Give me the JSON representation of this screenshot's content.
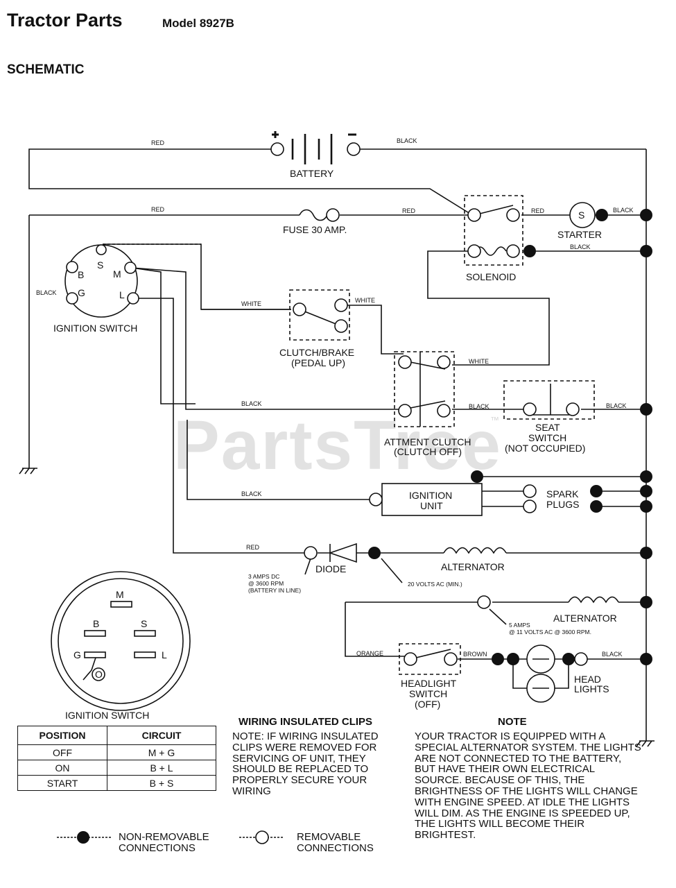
{
  "header": {
    "title": "Tractor Parts",
    "model": "Model 8927B",
    "section": "SCHEMATIC"
  },
  "components": {
    "battery": "BATTERY",
    "battery_plus": "+",
    "battery_minus": "−",
    "fuse": "FUSE 30 AMP.",
    "starter": "STARTER",
    "starter_s": "S",
    "solenoid": "SOLENOID",
    "ignition_switch": "IGNITION SWITCH",
    "clutch_brake_1": "CLUTCH/BRAKE",
    "clutch_brake_2": "(PEDAL UP)",
    "attm_clutch_1": "ATTMENT CLUTCH",
    "attm_clutch_2": "(CLUTCH OFF)",
    "seat_switch_1": "SEAT",
    "seat_switch_2": "SWITCH",
    "seat_switch_3": "(NOT OCCUPIED)",
    "ignition_unit_1": "IGNITION",
    "ignition_unit_2": "UNIT",
    "spark_plugs_1": "SPARK",
    "spark_plugs_2": "PLUGS",
    "diode": "DIODE",
    "alternator_1": "ALTERNATOR",
    "alternator_2": "ALTERNATOR",
    "headlight_switch_1": "HEADLIGHT",
    "headlight_switch_2": "SWITCH",
    "headlight_switch_3": "(OFF)",
    "head_lights_1": "HEAD",
    "head_lights_2": "LIGHTS",
    "ign_switch_diagram": "IGNITION SWITCH"
  },
  "terminals": {
    "s": "S",
    "m": "M",
    "b": "B",
    "g": "G",
    "l": "L",
    "o": "O"
  },
  "wires": {
    "red_1": "RED",
    "black_1": "BLACK",
    "red_2": "RED",
    "red_3": "RED",
    "red_4": "RED",
    "black_2": "BLACK",
    "black_3": "BLACK",
    "black_4": "BLACK",
    "white_1": "WHITE",
    "white_2": "WHITE",
    "white_3": "WHITE",
    "black_5": "BLACK",
    "black_6": "BLACK",
    "black_7": "BLACK",
    "black_8": "BLACK",
    "red_5": "RED",
    "orange": "ORANGE",
    "brown": "BROWN",
    "black_9": "BLACK"
  },
  "annotations": {
    "diode_note_1": "3 AMPS DC",
    "diode_note_2": "@ 3600 RPM",
    "diode_note_3": "(BATTERY IN LINE)",
    "alt_note": "20 VOLTS AC (MIN.)",
    "alt2_note_1": "5 AMPS",
    "alt2_note_2": "@ 11 VOLTS AC @ 3600 RPM."
  },
  "position_table": {
    "headers": [
      "POSITION",
      "CIRCUIT"
    ],
    "rows": [
      [
        "OFF",
        "M + G"
      ],
      [
        "ON",
        "B + L"
      ],
      [
        "START",
        "B + S"
      ]
    ]
  },
  "clips": {
    "title": "WIRING INSULATED CLIPS",
    "body": "NOTE: IF WIRING INSULATED CLIPS WERE REMOVED FOR SERVICING OF UNIT, THEY SHOULD BE REPLACED TO PROPERLY SECURE YOUR WIRING"
  },
  "note": {
    "title": "NOTE",
    "body": "YOUR TRACTOR IS EQUIPPED WITH A SPECIAL ALTERNATOR SYSTEM. THE LIGHTS ARE NOT CONNECTED TO THE BATTERY, BUT HAVE THEIR OWN ELECTRICAL SOURCE. BECAUSE OF THIS, THE BRIGHTNESS OF THE LIGHTS WILL CHANGE WITH ENGINE SPEED. AT IDLE THE LIGHTS WILL DIM. AS THE ENGINE IS SPEEDED UP, THE LIGHTS WILL BECOME THEIR BRIGHTEST."
  },
  "legend": {
    "non_removable_1": "NON-REMOVABLE",
    "non_removable_2": "CONNECTIONS",
    "removable_1": "REMOVABLE",
    "removable_2": "CONNECTIONS"
  },
  "watermark": {
    "text": "PartsTree",
    "tm": "™"
  },
  "colors": {
    "ink": "#111111",
    "watermark": "#e2e2e2",
    "background": "#ffffff"
  }
}
